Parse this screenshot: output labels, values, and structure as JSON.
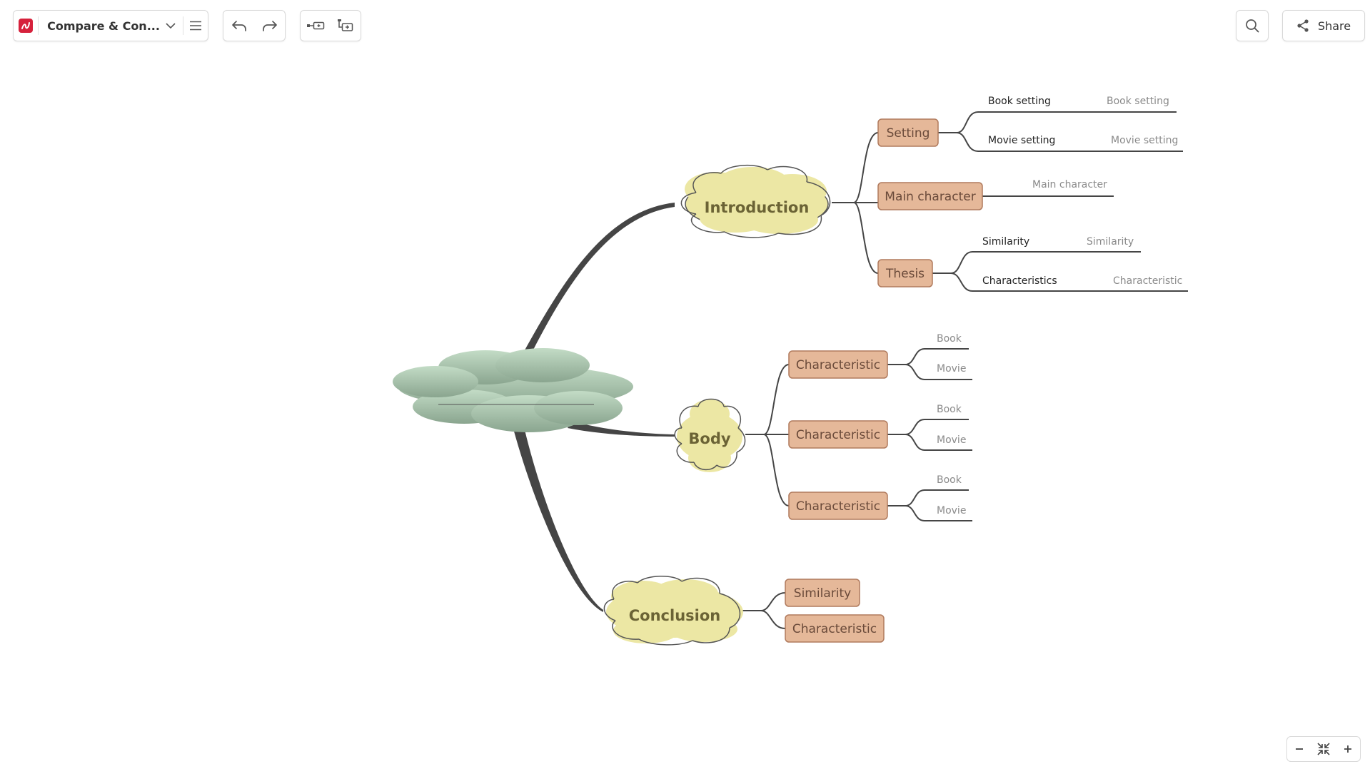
{
  "toolbar": {
    "title": "Compare & Con...",
    "share_label": "Share"
  },
  "icons": {
    "logo": "app-logo-icon",
    "title_dropdown": "chevron-down-icon",
    "menu": "hamburger-menu-icon",
    "undo": "undo-icon",
    "redo": "redo-icon",
    "insert_topic": "insert-topic-icon",
    "insert_subtopic": "insert-subtopic-icon",
    "search": "search-icon",
    "share": "share-icon",
    "zoom_out": "minus-icon",
    "fit": "fit-to-screen-icon",
    "zoom_in": "plus-icon"
  },
  "colors": {
    "logo_red": "#d6213b",
    "central_cloud": "#a6c2a9",
    "main_cloud": "#ece7a4",
    "main_text": "#6b6335",
    "sub_box": "#e5b899",
    "sub_border": "#b07a5d",
    "sub_text": "#6a4a3a",
    "branch": "#454545",
    "leaf_text": "#8a8a8a"
  },
  "mindmap": {
    "central": {
      "label": ""
    },
    "branches": [
      {
        "label": "Introduction",
        "children": [
          {
            "label": "Setting",
            "leaves": [
              {
                "label": "Book setting",
                "note": "Book setting"
              },
              {
                "label": "Movie setting",
                "note": "Movie setting"
              }
            ]
          },
          {
            "label": "Main character",
            "leaves": [
              {
                "label": "",
                "note": "Main character"
              }
            ]
          },
          {
            "label": "Thesis",
            "leaves": [
              {
                "label": "Similarity",
                "note": "Similarity"
              },
              {
                "label": "Characteristics",
                "note": "Characteristic"
              }
            ]
          }
        ]
      },
      {
        "label": "Body",
        "children": [
          {
            "label": "Characteristic",
            "leaves": [
              {
                "label": "",
                "note": "Book"
              },
              {
                "label": "",
                "note": "Movie"
              }
            ]
          },
          {
            "label": "Characteristic",
            "leaves": [
              {
                "label": "",
                "note": "Book"
              },
              {
                "label": "",
                "note": "Movie"
              }
            ]
          },
          {
            "label": "Characteristic",
            "leaves": [
              {
                "label": "",
                "note": "Book"
              },
              {
                "label": "",
                "note": "Movie"
              }
            ]
          }
        ]
      },
      {
        "label": "Conclusion",
        "children": [
          {
            "label": "Similarity",
            "leaves": []
          },
          {
            "label": "Characteristic",
            "leaves": []
          }
        ]
      }
    ]
  }
}
